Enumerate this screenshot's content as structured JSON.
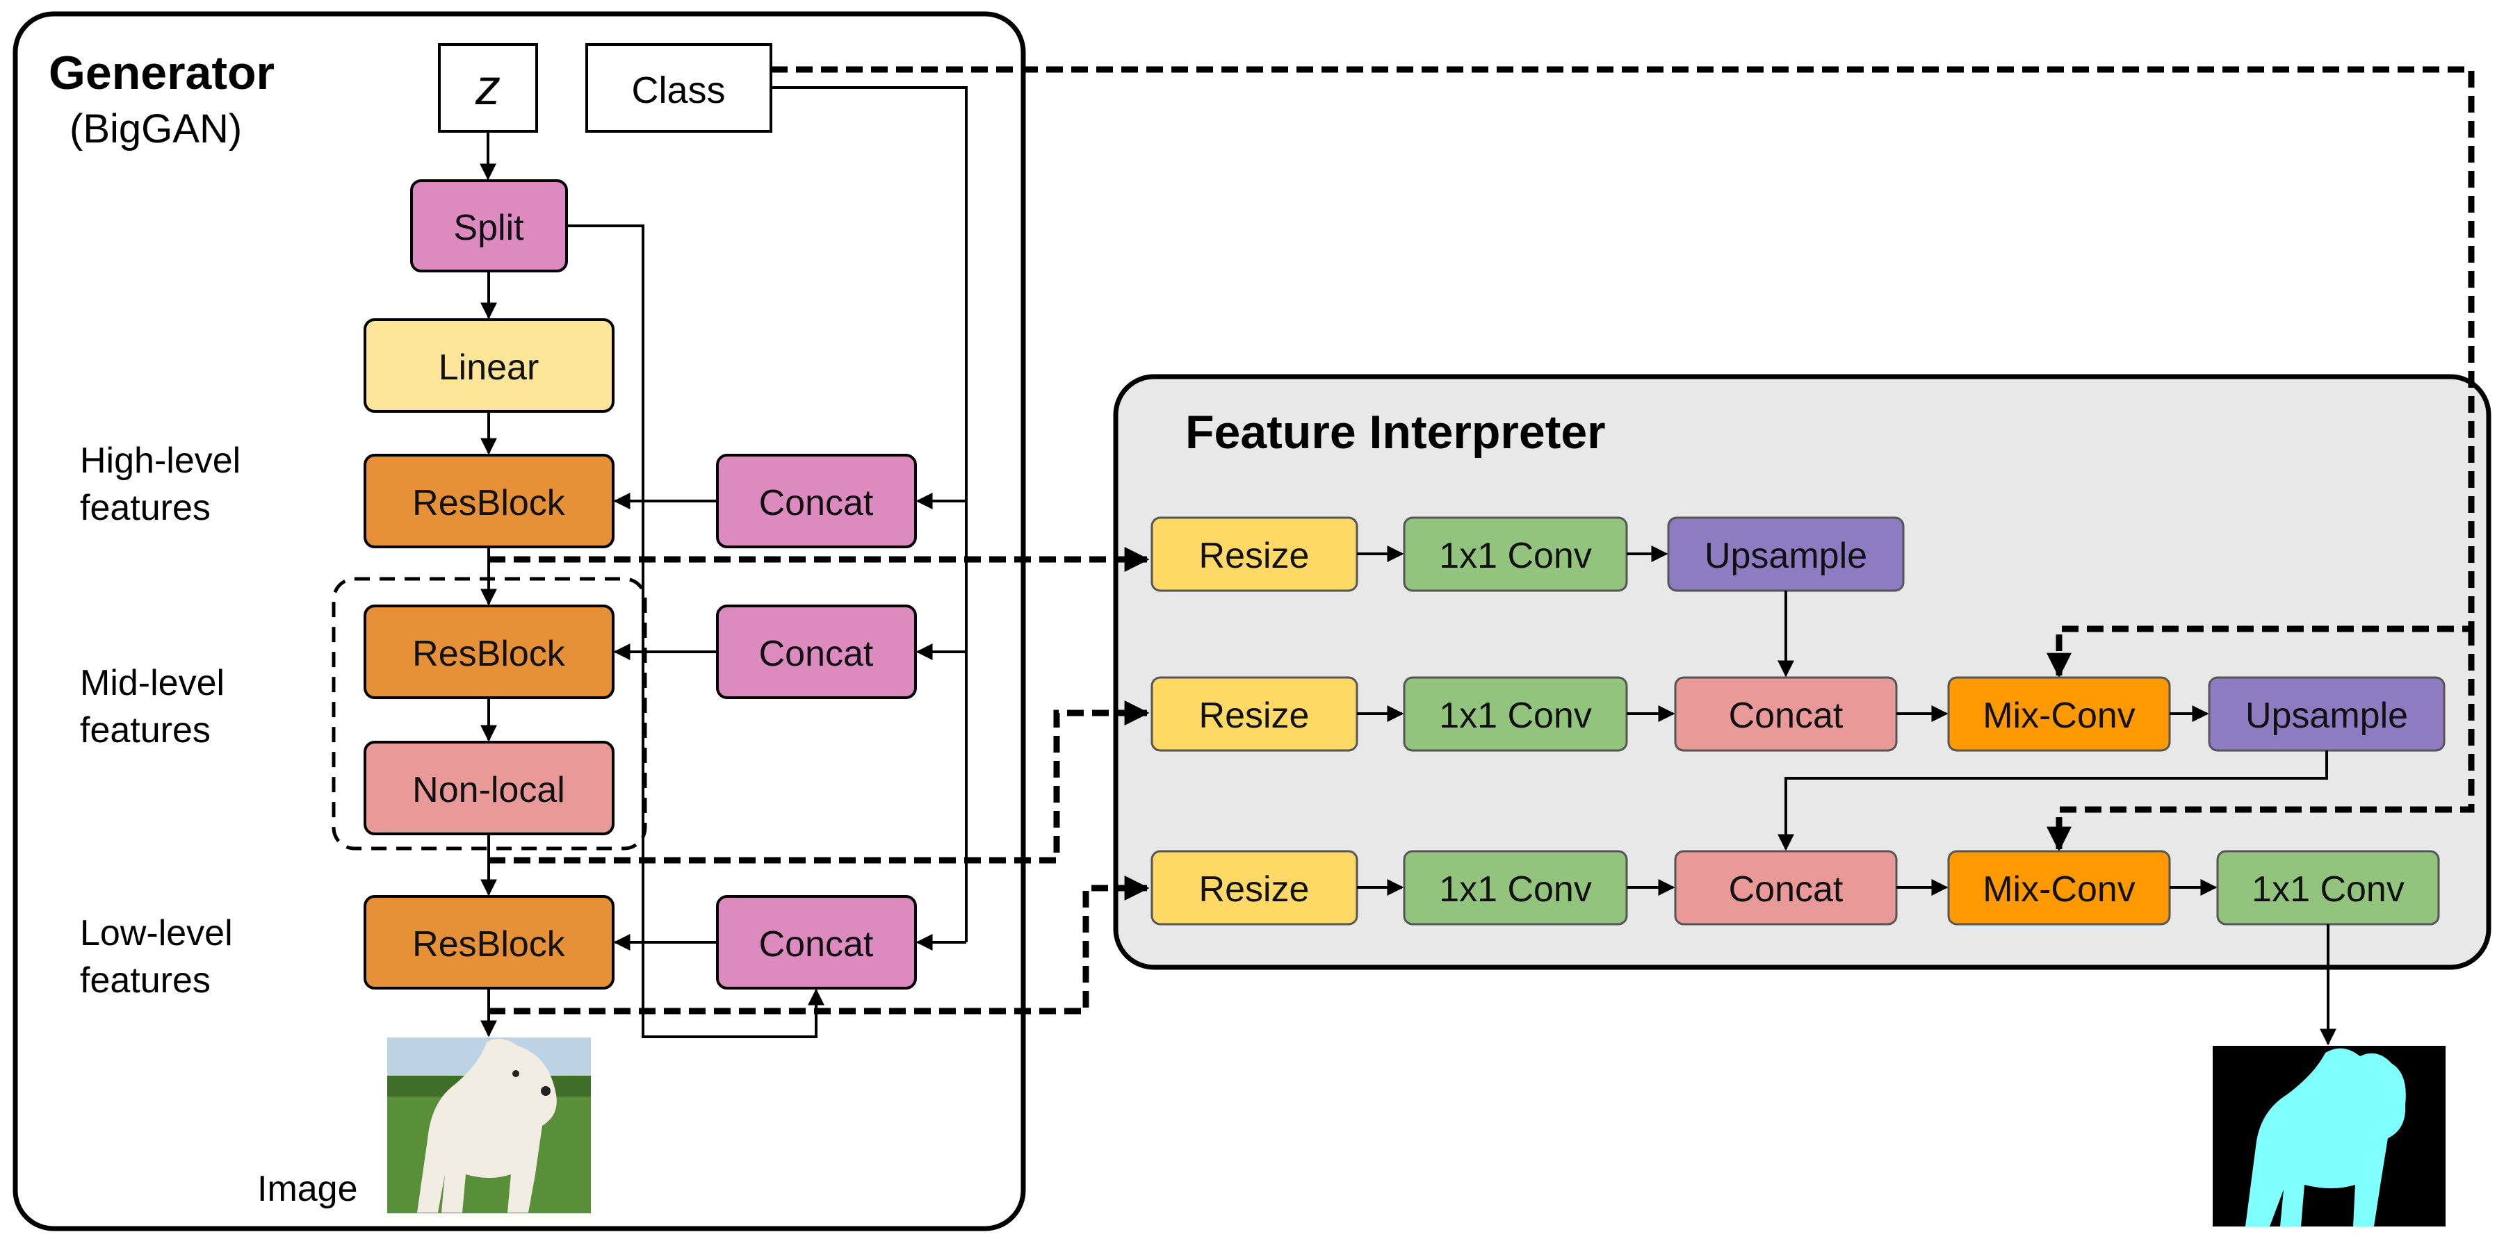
{
  "generator": {
    "title": "Generator",
    "subtitle": "(BigGAN)",
    "inputs": {
      "z": "z",
      "class": "Class"
    },
    "blocks": {
      "split": "Split",
      "linear": "Linear",
      "resblock_high": "ResBlock",
      "resblock_mid": "ResBlock",
      "nonlocal": "Non-local",
      "resblock_low": "ResBlock",
      "concat_high": "Concat",
      "concat_mid": "Concat",
      "concat_low": "Concat"
    },
    "levels": {
      "high": [
        "High-level",
        "features"
      ],
      "mid": [
        "Mid-level",
        "features"
      ],
      "low": [
        "Low-level",
        "features"
      ]
    },
    "image_label": "Image"
  },
  "interpreter": {
    "title": "Feature Interpreter",
    "row1": [
      "Resize",
      "1x1 Conv",
      "Upsample"
    ],
    "row2": [
      "Resize",
      "1x1 Conv",
      "Concat",
      "Mix-Conv",
      "Upsample"
    ],
    "row3": [
      "Resize",
      "1x1 Conv",
      "Concat",
      "Mix-Conv",
      "1x1 Conv"
    ]
  },
  "colors": {
    "pink": "#dc8ac0",
    "yellow_light": "#fde59a",
    "orange_dark": "#e69138",
    "salmon": "#ea9999",
    "yellow": "#ffd966",
    "green": "#93c47d",
    "purple": "#8e7cc3",
    "orange": "#ff9900",
    "panel_gray": "#e8e8e8",
    "mask_cyan": "#80ffff"
  }
}
